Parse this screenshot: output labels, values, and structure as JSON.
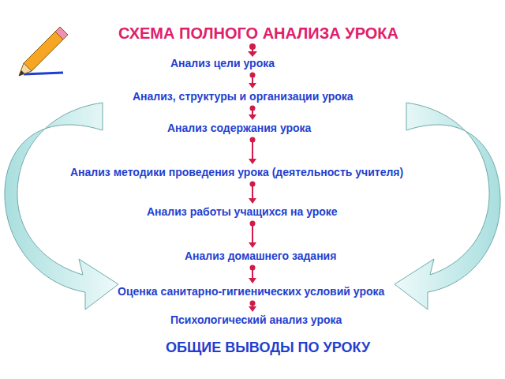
{
  "diagram": {
    "title": "СХЕМА ПОЛНОГО АНАЛИЗА УРОКА",
    "nodes": [
      {
        "text": [
          "Анализ цели урока"
        ]
      },
      {
        "text": [
          "Анализ, структуры и организации урока"
        ]
      },
      {
        "text": [
          "Анализ содержания урока"
        ]
      },
      {
        "text": [
          "Анализ методики проведения урока (деятельность учителя)"
        ]
      },
      {
        "text": [
          "Анализ работы учащихся на уроке"
        ]
      },
      {
        "text": [
          "Анализ домашнего задания"
        ]
      },
      {
        "text": [
          "Оценка санитарно-гигиенических условий урока"
        ]
      },
      {
        "text": [
          "Психологический анализ урока"
        ]
      }
    ],
    "edges": [
      {
        "from": 0,
        "to": 1,
        "arrow": "to"
      },
      {
        "from": 1,
        "to": 2,
        "arrow": "to"
      },
      {
        "from": 2,
        "to": 3,
        "arrow": "to"
      },
      {
        "from": 3,
        "to": 4,
        "arrow": "to"
      },
      {
        "from": 4,
        "to": 5,
        "arrow": "to"
      },
      {
        "from": 5,
        "to": 6,
        "arrow": "to"
      },
      {
        "from": 6,
        "to": 7,
        "arrow": "to"
      }
    ],
    "labels": [
      "ОБЩИЕ ВЫВОДЫ ПО УРОКУ"
    ]
  }
}
